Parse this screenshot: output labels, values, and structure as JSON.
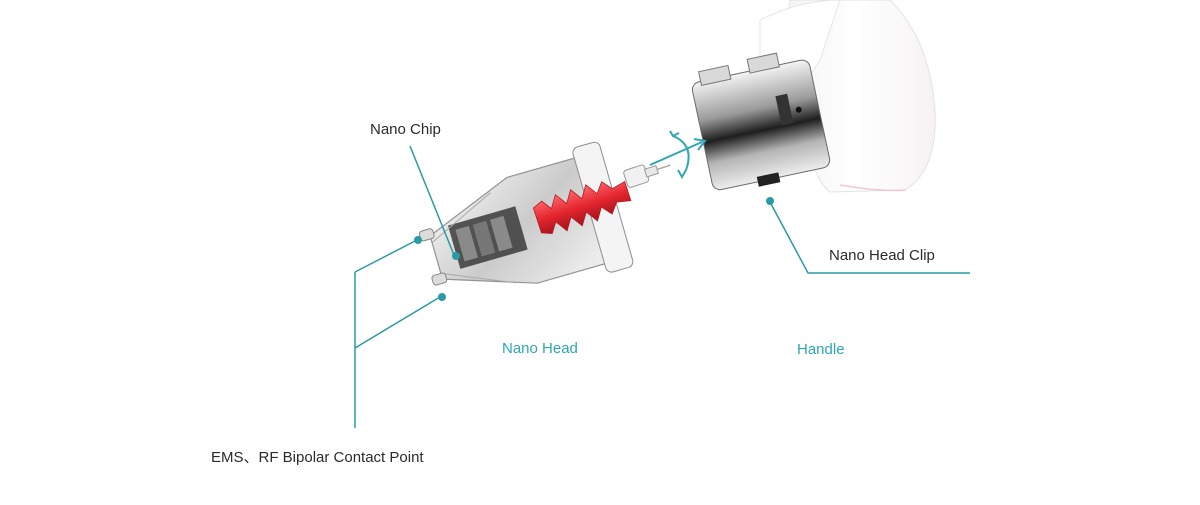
{
  "labels": {
    "nano_chip": "Nano Chip",
    "nano_head_clip": "Nano Head Clip",
    "nano_head": "Nano Head",
    "handle": "Handle",
    "contact_point": "EMS、RF Bipolar Contact Point"
  },
  "colors": {
    "leader_line": "#2a9aa4",
    "accent_text": "#2fa7b3",
    "dark_text": "#2b2b2b",
    "spring_red": "#e5262f"
  }
}
